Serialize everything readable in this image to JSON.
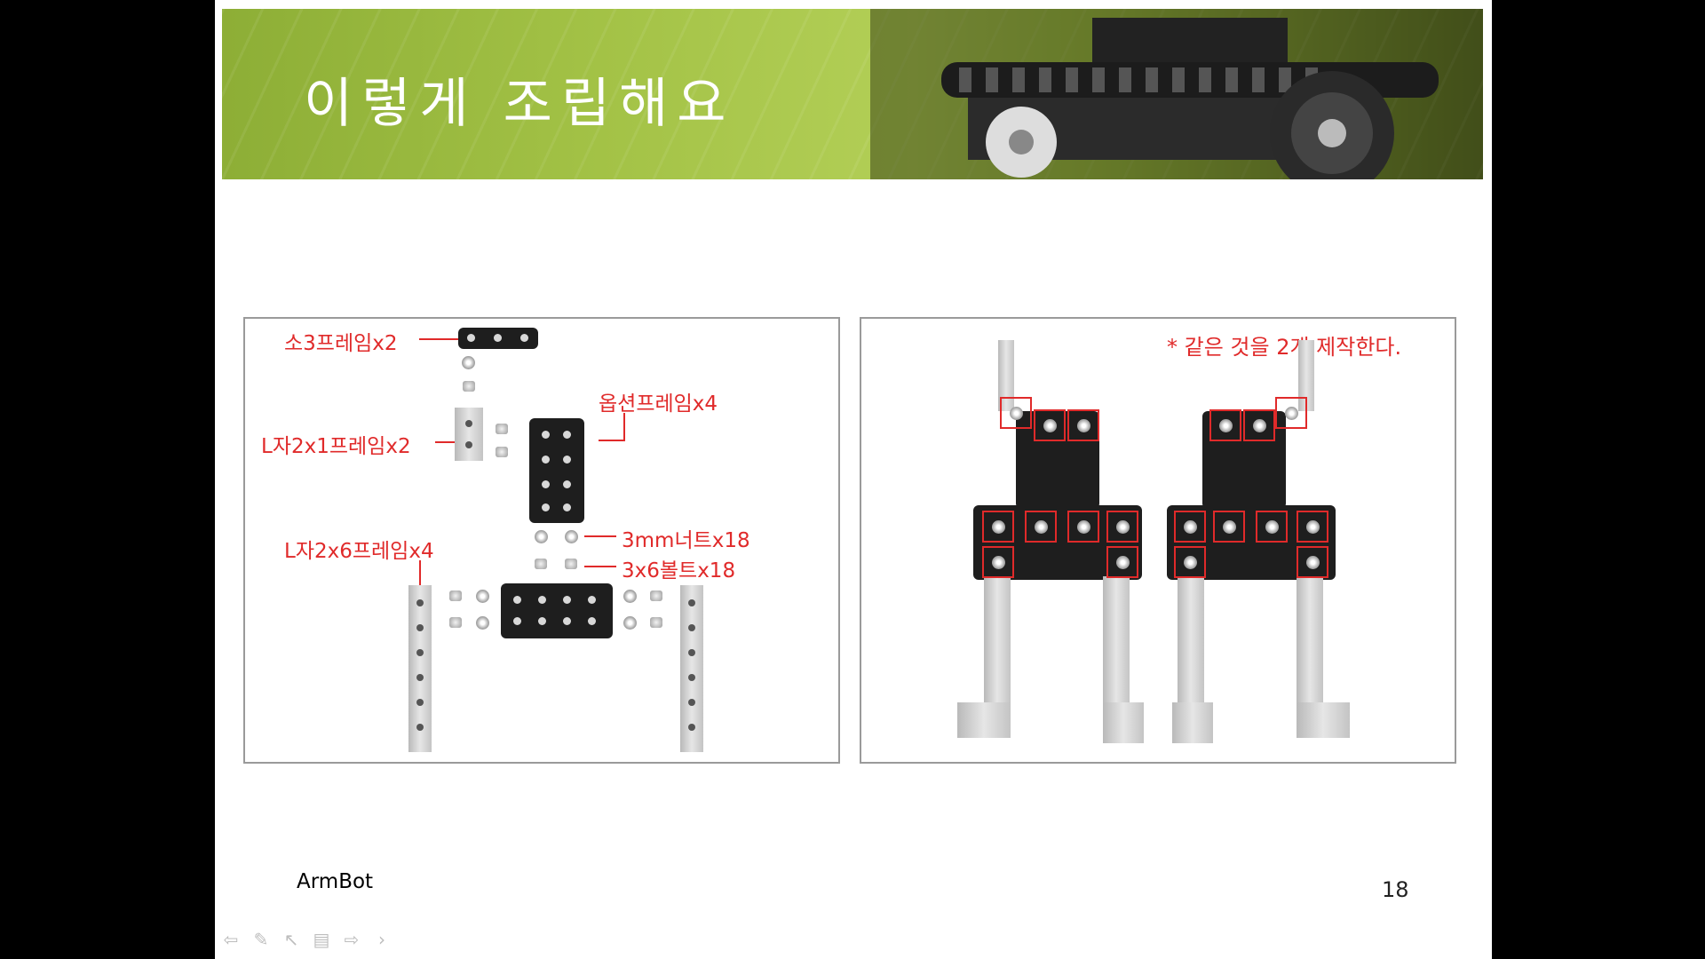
{
  "slide": {
    "title": "이렇게 조립해요",
    "footer_text": "ArmBot",
    "page_number": "18"
  },
  "left_panel": {
    "labels": {
      "small3_frame": "소3프레임x2",
      "option_frame": "옵션프레임x4",
      "l2x1_frame": "L자2x1프레임x2",
      "nut": "3mm너트x18",
      "l2x6_frame": "L자2x6프레임x4",
      "bolt": "3x6볼트x18"
    }
  },
  "right_panel": {
    "note": "* 같은 것을 2개 제작한다."
  },
  "navigation": {
    "icons": [
      "back-arrow-icon",
      "pen-icon",
      "pointer-icon",
      "menu-icon",
      "forward-arrow-icon",
      "chevron-right-icon"
    ]
  },
  "colors": {
    "accent_red": "#e02a2a",
    "banner_green": "#a3c246"
  }
}
